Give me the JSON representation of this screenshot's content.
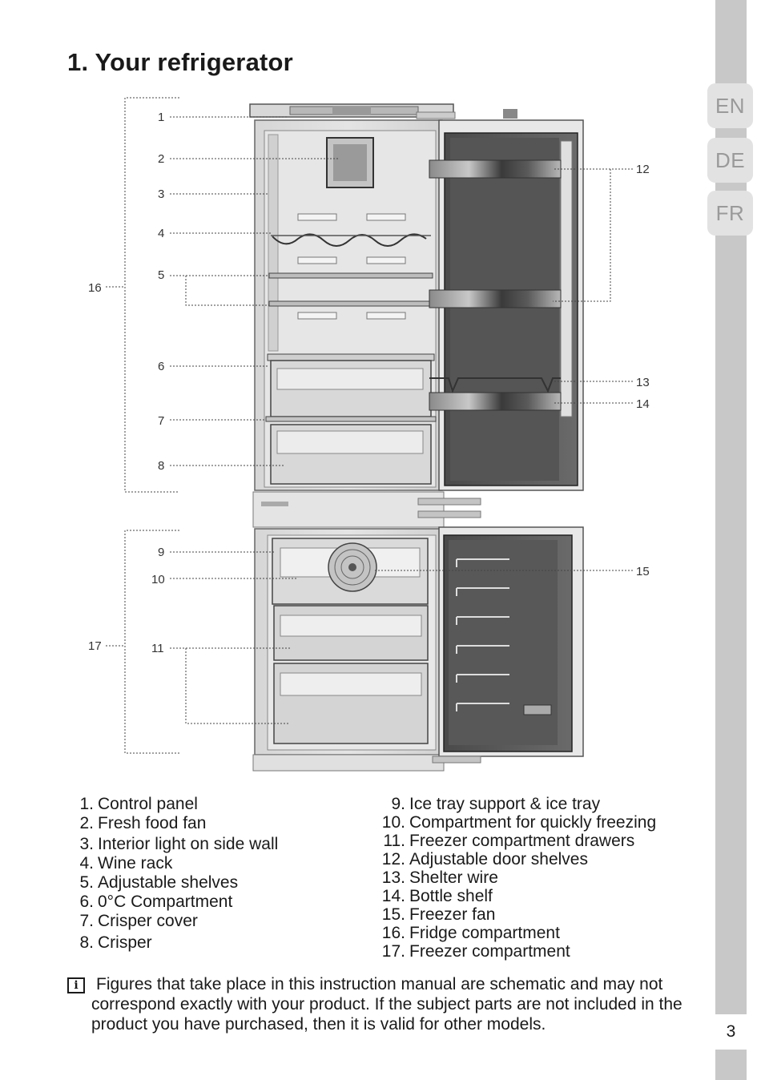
{
  "page": {
    "title": "1. Your refrigerator",
    "page_number": "3",
    "languages": [
      "EN",
      "DE",
      "FR"
    ]
  },
  "diagram": {
    "callouts": [
      "1",
      "2",
      "3",
      "4",
      "5",
      "6",
      "7",
      "8",
      "9",
      "10",
      "11",
      "12",
      "13",
      "14",
      "15",
      "16",
      "17"
    ]
  },
  "legend": {
    "left": [
      {
        "num": "1.",
        "label": "Control panel"
      },
      {
        "num": "2.",
        "label": "Fresh food fan"
      },
      {
        "num": "3.",
        "label": "Interior light on side wall"
      },
      {
        "num": "4.",
        "label": "Wine rack"
      },
      {
        "num": "5.",
        "label": "Adjustable shelves"
      },
      {
        "num": "6.",
        "label": "0°C Compartment"
      },
      {
        "num": "7.",
        "label": "Crisper cover"
      },
      {
        "num": "8.",
        "label": "Crisper"
      }
    ],
    "right": [
      {
        "num": "9.",
        "label": "Ice tray support & ice tray"
      },
      {
        "num": "10.",
        "label": "Compartment for quickly freezing"
      },
      {
        "num": "11.",
        "label": "Freezer compartment drawers"
      },
      {
        "num": "12.",
        "label": "Adjustable door shelves"
      },
      {
        "num": "13.",
        "label": "Shelter wire"
      },
      {
        "num": "14.",
        "label": "Bottle shelf"
      },
      {
        "num": "15.",
        "label": "Freezer fan"
      },
      {
        "num": "16.",
        "label": "Fridge compartment"
      },
      {
        "num": "17.",
        "label": "Freezer compartment"
      }
    ]
  },
  "note": {
    "icon": "info-icon",
    "text": "Figures that take place in this instruction manual are schematic and may not correspond exactly with your product. If the subject parts are not included in the product you have purchased, then it is valid for other models."
  }
}
